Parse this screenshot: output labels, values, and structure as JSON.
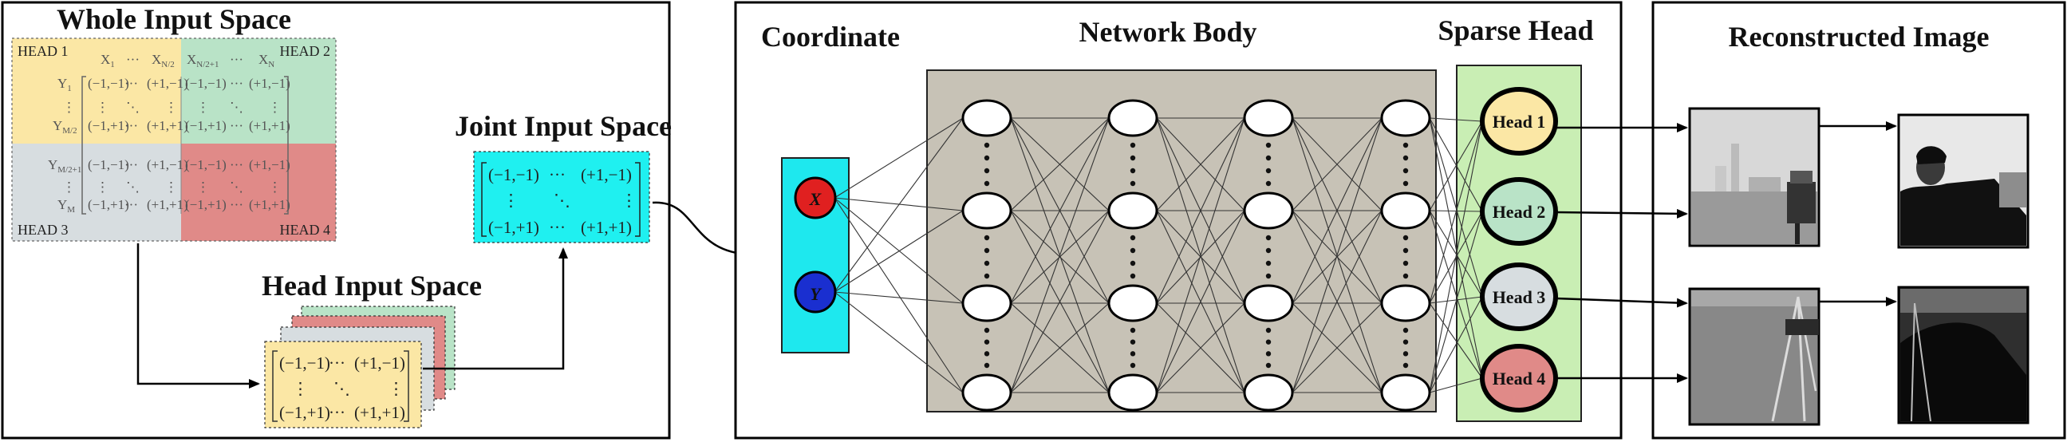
{
  "panels": {
    "whole_input": {
      "title": "Whole Input Space",
      "quadrant_labels": [
        "HEAD 1",
        "HEAD 2",
        "HEAD 3",
        "HEAD 4"
      ],
      "col_headers": [
        "X",
        "···",
        "X",
        "X",
        "···",
        "X"
      ],
      "col_subscripts": [
        "1",
        "",
        "N/2",
        "N/2+1",
        "",
        "N"
      ],
      "row_headers": [
        "Y",
        "⋮",
        "Y",
        "Y",
        "⋮",
        "Y"
      ],
      "row_subscripts": [
        "1",
        "",
        "M/2",
        "M/2+1",
        "",
        "M"
      ],
      "cells": {
        "top": [
          "(−1,−1)",
          "···",
          "(+1,−1)",
          "(−1,−1)",
          "···",
          "(+1,−1)"
        ],
        "bottom": [
          "(−1,+1)",
          "···",
          "(+1,+1)",
          "(−1,+1)",
          "···",
          "(+1,+1)"
        ],
        "vdots": "⋮",
        "ddots": "⋱"
      }
    },
    "head_input": {
      "title": "Head Input Space",
      "matrix": [
        "(−1,−1)",
        "···",
        "(+1,−1)",
        "⋮",
        "⋱",
        "⋮",
        "(−1,+1)",
        "···",
        "(+1,+1)"
      ]
    },
    "joint_input": {
      "title": "Joint Input Space",
      "matrix": [
        "(−1,−1)",
        "···",
        "(+1,−1)",
        "⋮",
        "⋱",
        "⋮",
        "(−1,+1)",
        "···",
        "(+1,+1)"
      ]
    },
    "network": {
      "coordinate_title": "Coordinate",
      "body_title": "Network Body",
      "sparse_head_title": "Sparse Head",
      "inputs": [
        "X",
        "Y"
      ],
      "heads": [
        "Head 1",
        "Head 2",
        "Head 3",
        "Head 4"
      ]
    },
    "reconstructed": {
      "title": "Reconstructed Image"
    }
  },
  "colors": {
    "head1": "#fbe7a5",
    "head2": "#b9e3c7",
    "head3": "#d7dde0",
    "head4": "#e08a88",
    "joint_cyan": "#1ff0f0",
    "coord_cyan": "#1ee8ee",
    "network_body": "#c7c2b6",
    "sparse_head_bg": "#c9eeb4",
    "x_node": "#e02020",
    "y_node": "#1a2fd0"
  }
}
